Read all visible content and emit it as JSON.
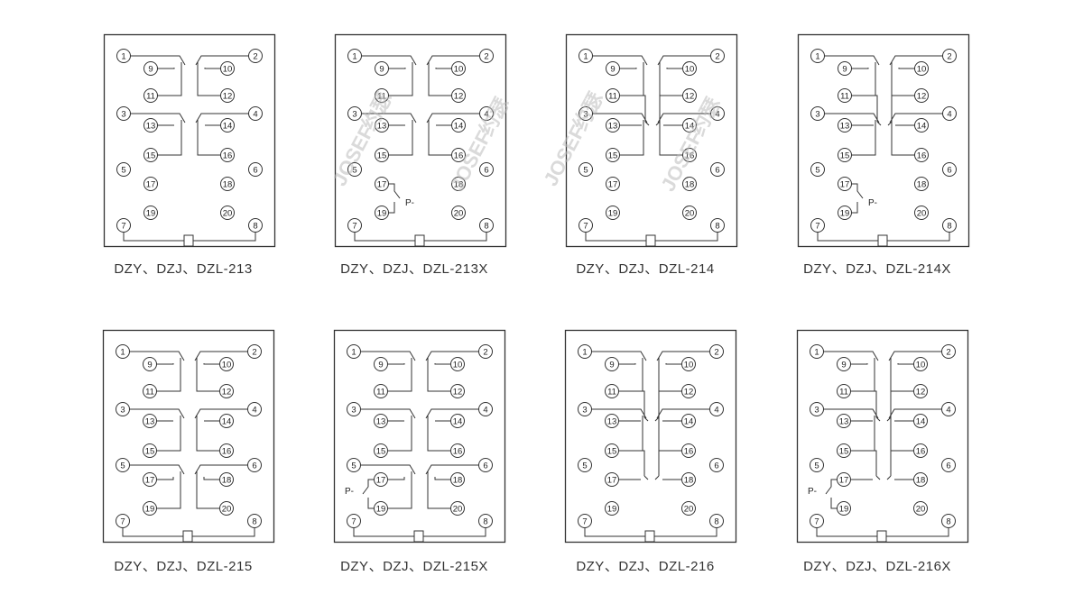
{
  "diagrams": [
    {
      "caption": "DZY、DZJ、DZL-213",
      "groups": [
        "co",
        "co",
        "none",
        "none"
      ],
      "pressure": "none"
    },
    {
      "caption": "DZY、DZJ、DZL-213X",
      "groups": [
        "co",
        "co",
        "none",
        "none"
      ],
      "pressure": "right"
    },
    {
      "caption": "DZY、DZJ、DZL-214",
      "groups": [
        "co",
        "co",
        "no",
        "none"
      ],
      "pressure": "none"
    },
    {
      "caption": "DZY、DZJ、DZL-214X",
      "groups": [
        "co",
        "co",
        "no",
        "none"
      ],
      "pressure": "right"
    },
    {
      "caption": "DZY、DZJ、DZL-215",
      "groups": [
        "co",
        "co",
        "co",
        "none"
      ],
      "pressure": "none"
    },
    {
      "caption": "DZY、DZJ、DZL-215X",
      "groups": [
        "co",
        "co",
        "co",
        "none"
      ],
      "pressure": "left"
    },
    {
      "caption": "DZY、DZJ、DZL-216",
      "groups": [
        "co",
        "co",
        "no",
        "no"
      ],
      "pressure": "none"
    },
    {
      "caption": "DZY、DZJ、DZL-216X",
      "groups": [
        "co",
        "co",
        "no",
        "no"
      ],
      "pressure": "left"
    }
  ],
  "terminal_numbers": [
    "1",
    "2",
    "3",
    "4",
    "5",
    "6",
    "7",
    "8",
    "9",
    "10",
    "11",
    "12",
    "13",
    "14",
    "15",
    "16",
    "17",
    "18",
    "19",
    "20"
  ],
  "pressure_symbol": "P-",
  "watermark": [
    "JOSEF",
    "约瑟"
  ],
  "colors": {
    "line": "#333333",
    "background": "#ffffff",
    "watermark": "#bcbcbc"
  }
}
